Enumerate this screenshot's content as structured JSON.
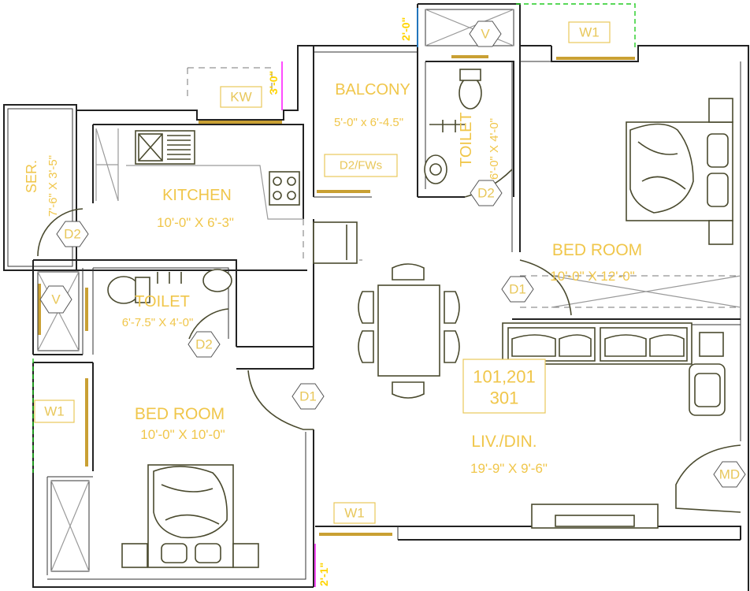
{
  "rooms": {
    "balcony": {
      "name": "BALCONY",
      "size": "5'-0\" x 6'-4.5\""
    },
    "toilet_top": {
      "name": "TOILET",
      "size": "6'-0\" X 4'-0\""
    },
    "service": {
      "name": "SER.",
      "size": "7'-6\" X 3'-5\""
    },
    "kitchen": {
      "name": "KITCHEN",
      "size": "10'-0\" X 6'-3\""
    },
    "bedroom_right": {
      "name": "BED ROOM",
      "size": "10'-0\" X 12'-0\""
    },
    "toilet_left": {
      "name": "TOILET",
      "size": "6'-7.5\" X 4'-0\""
    },
    "bedroom_left": {
      "name": "BED ROOM",
      "size": "10'-0\" X 10'-0\""
    },
    "living": {
      "name": "LIV./DIN.",
      "size": "19'-9\" X 9'-6\""
    }
  },
  "unit_numbers": {
    "line1": "101,201",
    "line2": "301"
  },
  "openings": {
    "kw": "KW",
    "w1_top": "W1",
    "w1_left": "W1",
    "w1_bottom": "W1",
    "d2_fws": "D2/FWs",
    "v_top": "V",
    "v_left": "V",
    "md": "MD",
    "d1_bedroom_right": "D1",
    "d1_bedroom_left": "D1",
    "d2_service": "D2",
    "d2_toilet_top": "D2",
    "d2_toilet_left": "D2"
  },
  "dimensions": {
    "top_shaft": "2'-0\"",
    "kitchen_window": "3'-0\"",
    "bottom_window": "2'-1\""
  }
}
